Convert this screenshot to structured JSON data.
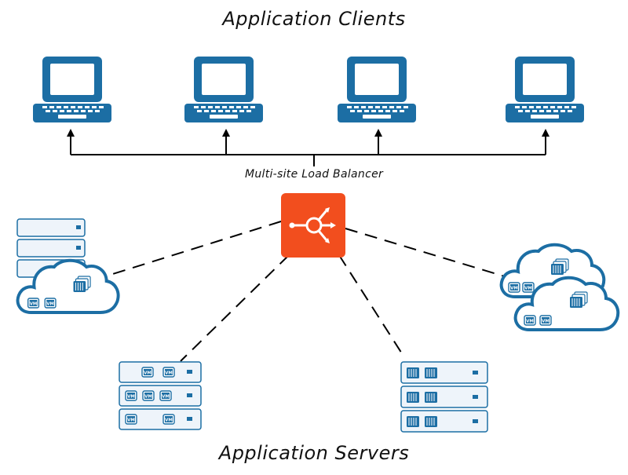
{
  "diagram": {
    "clients_title": "Application Clients",
    "servers_title": "Application Servers",
    "load_balancer_label": "Multi-site Load Balancer",
    "vm_label": "VM",
    "clients": [
      {
        "name": "laptop-1",
        "icon": "laptop-icon"
      },
      {
        "name": "laptop-2",
        "icon": "laptop-icon"
      },
      {
        "name": "laptop-3",
        "icon": "laptop-icon"
      },
      {
        "name": "laptop-4",
        "icon": "laptop-icon"
      }
    ],
    "sites": [
      {
        "name": "hybrid-cloud-site",
        "icon": "server-cloud-icon"
      },
      {
        "name": "vm-server-rack",
        "icon": "server-rack-icon"
      },
      {
        "name": "container-server-rack",
        "icon": "server-rack-icon"
      },
      {
        "name": "multi-cloud-site",
        "icon": "cloud-icon"
      }
    ]
  },
  "colors": {
    "client_blue": "#1c6ea4",
    "load_balancer": "#f24e1e",
    "cloud_blue": "#1c6ea4",
    "server_fill": "#eef4fa",
    "line": "#000000"
  }
}
